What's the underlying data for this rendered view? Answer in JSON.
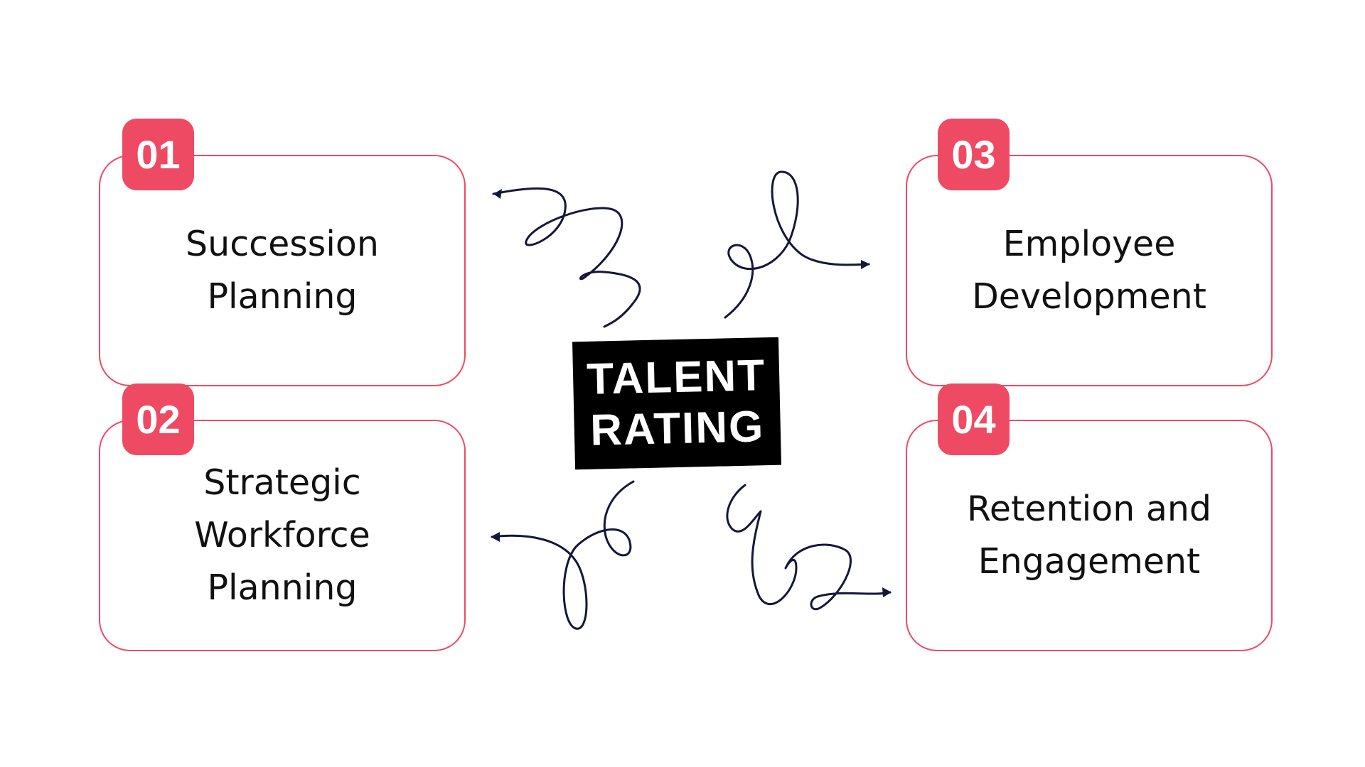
{
  "center": {
    "title": "TALENT\nRATING"
  },
  "cards": [
    {
      "number": "01",
      "label": "Succession\nPlanning"
    },
    {
      "number": "02",
      "label": "Strategic\nWorkforce\nPlanning"
    },
    {
      "number": "03",
      "label": "Employee\nDevelopment"
    },
    {
      "number": "04",
      "label": "Retention and\nEngagement"
    }
  ],
  "colors": {
    "accent": "#ee4a63",
    "connector": "#14173a",
    "center_background": "#000000",
    "text": "#111111"
  }
}
